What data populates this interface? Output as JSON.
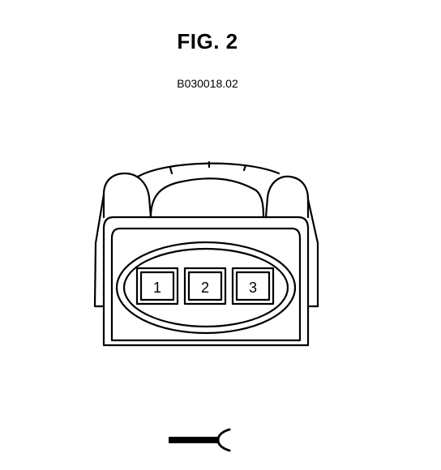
{
  "figure": {
    "title": "FIG. 2",
    "code": "B030018.02"
  },
  "connector": {
    "pins": [
      {
        "label": "1"
      },
      {
        "label": "2"
      },
      {
        "label": "3"
      }
    ]
  }
}
